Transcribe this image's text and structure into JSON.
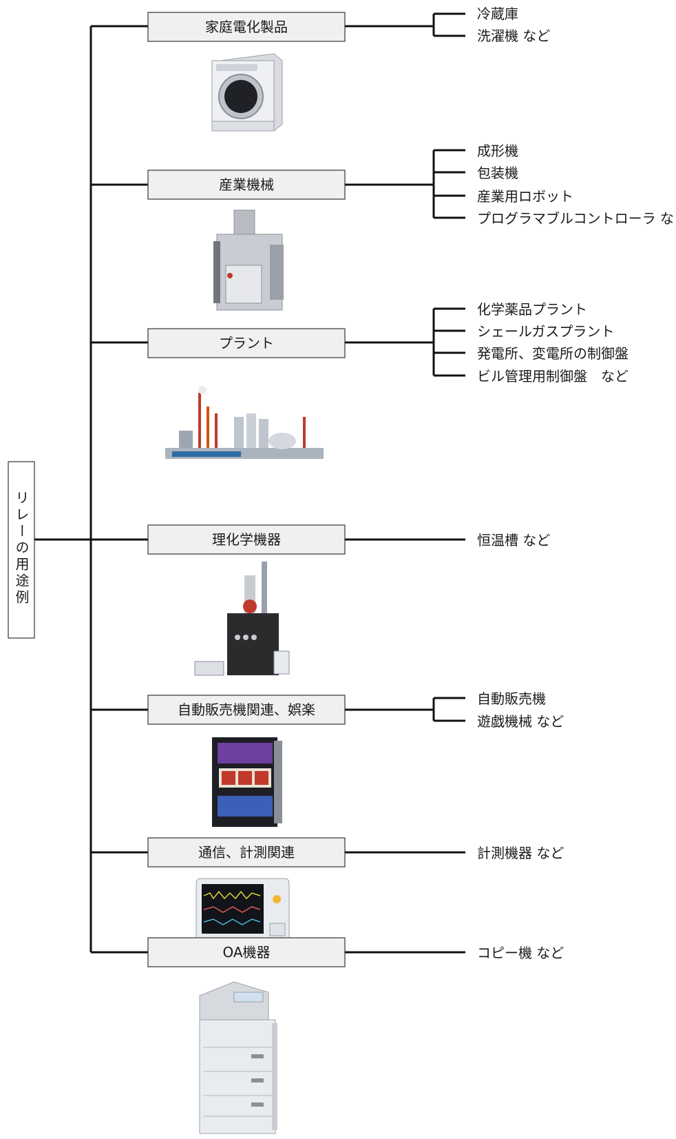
{
  "root": {
    "label": "リレーの用途例"
  },
  "categories": [
    {
      "label": "家庭電化製品",
      "examples": [
        "冷蔵庫",
        "洗濯機 など"
      ],
      "illustration": "washing-machine-illustration"
    },
    {
      "label": "産業機械",
      "examples": [
        "成形機",
        "包装機",
        "産業用ロボット",
        "プログラマブルコントローラ など"
      ],
      "illustration": "industrial-press-illustration"
    },
    {
      "label": "プラント",
      "examples": [
        "化学薬品プラント",
        "シェールガスプラント",
        "発電所、変電所の制御盤",
        "ビル管理用制御盤　など"
      ],
      "illustration": "industrial-plant-illustration"
    },
    {
      "label": "理化学機器",
      "examples": [
        "恒温槽 など"
      ],
      "illustration": "lab-instrument-illustration"
    },
    {
      "label": "自動販売機関連、娯楽",
      "examples": [
        "自動販売機",
        "遊戯機械 など"
      ],
      "illustration": "slot-machine-illustration"
    },
    {
      "label": "通信、計測関連",
      "examples": [
        "計測機器 など"
      ],
      "illustration": "patient-monitor-illustration"
    },
    {
      "label": "OA機器",
      "examples": [
        "コピー機 など"
      ],
      "illustration": "copier-illustration"
    }
  ],
  "colors": {
    "line": "#111111",
    "box_fill": "#f0f0f0",
    "box_border": "#333333"
  }
}
